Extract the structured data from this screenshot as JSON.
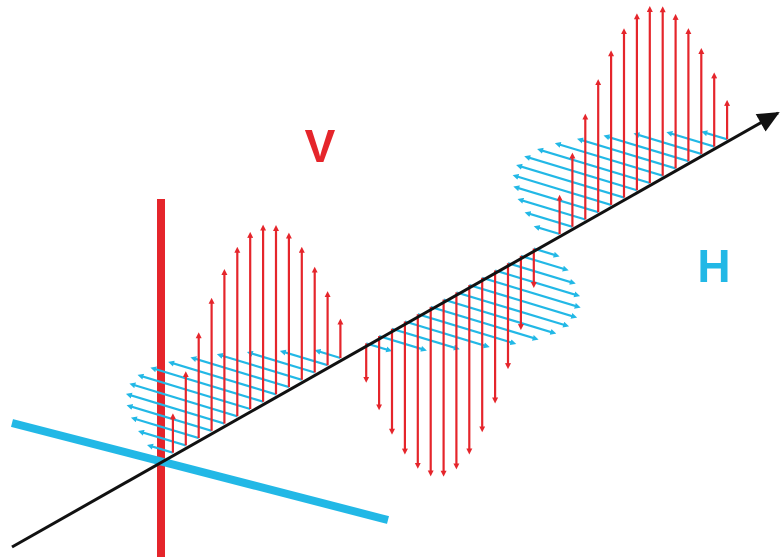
{
  "labels": {
    "vertical": "V",
    "horizontal": "H"
  },
  "colors": {
    "vertical": "#e5252b",
    "horizontal": "#22b8e6",
    "axis": "#111111",
    "background": "#ffffff"
  },
  "wave": {
    "cycles": 1.5,
    "vertical_phase": "sine",
    "horizontal_phase": "sine"
  }
}
